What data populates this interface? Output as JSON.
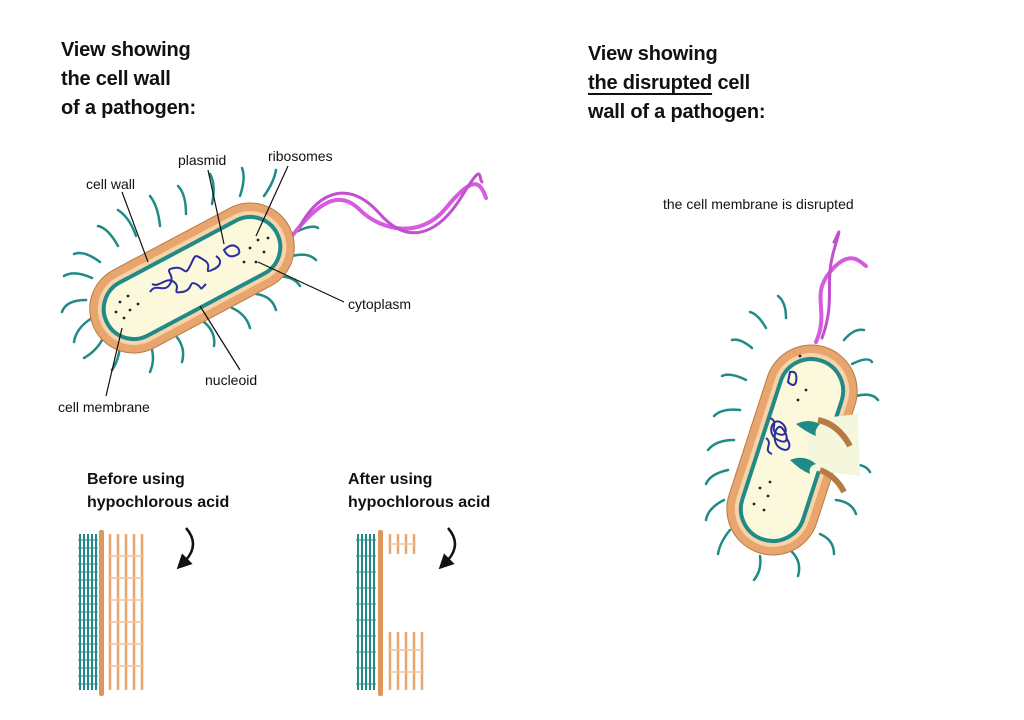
{
  "left": {
    "title_lines": [
      "View showing",
      "the cell wall",
      "of a pathogen:"
    ],
    "labels": {
      "plasmid": "plasmid",
      "ribosomes": "ribosomes",
      "cell_wall": "cell wall",
      "cytoplasm": "cytoplasm",
      "nucleoid": "nucleoid",
      "cell_membrane": "cell membrane"
    }
  },
  "right": {
    "title_underlined": "the disrupted",
    "title_lines": [
      "View showing",
      "cell",
      "wall of a pathogen:"
    ],
    "caption": "the cell membrane is disrupted"
  },
  "before": {
    "lines": [
      "Before using",
      "hypochlorous acid"
    ]
  },
  "after": {
    "lines": [
      "After using",
      "hypochlorous acid"
    ]
  },
  "colors": {
    "wall": "#e8a66e",
    "wall_inner": "#f6d3a8",
    "membrane": "#1f8a86",
    "cytoplasm": "#fbf8dc",
    "flagellum": "#d65be0",
    "dna": "#2a2f9a",
    "pili": "#1f8a86"
  }
}
